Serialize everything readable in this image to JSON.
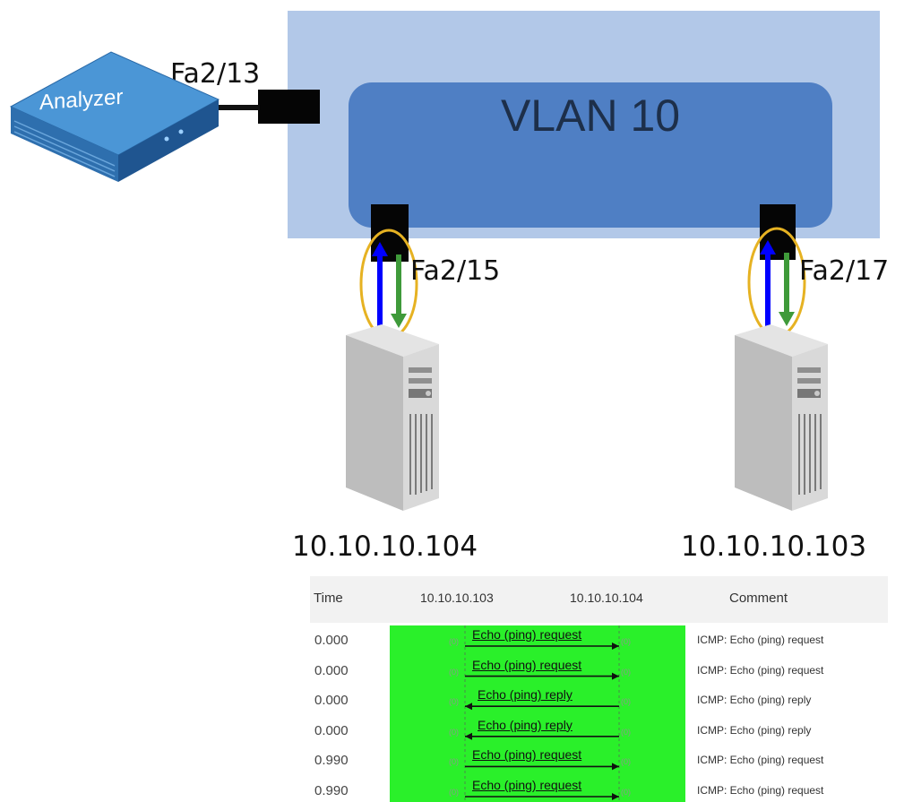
{
  "diagram": {
    "vlan_label": "VLAN 10",
    "analyzer": {
      "label": "Analyzer",
      "port": "Fa2/13"
    },
    "hosts": [
      {
        "port": "Fa2/15",
        "ip": "10.10.10.104"
      },
      {
        "port": "Fa2/17",
        "ip": "10.10.10.103"
      }
    ],
    "colors": {
      "switch_bg": "#b2c8e8",
      "vlan": "#4f7fc4",
      "analyzer": "#3f86c8",
      "arrow_up": "#0000ff",
      "arrow_down": "#3f9a3a",
      "highlight_ellipse": "#e6b222",
      "capture_flow_bg": "#2af02a"
    }
  },
  "capture": {
    "headers": {
      "time": "Time",
      "src": "10.10.10.103",
      "dst": "10.10.10.104",
      "comment": "Comment"
    },
    "rows": [
      {
        "time": "0.000",
        "label": "Echo (ping) request",
        "direction": "right",
        "comment": "ICMP: Echo (ping) request"
      },
      {
        "time": "0.000",
        "label": "Echo (ping) request",
        "direction": "right",
        "comment": "ICMP: Echo (ping) request"
      },
      {
        "time": "0.000",
        "label": "Echo (ping) reply",
        "direction": "left",
        "comment": "ICMP: Echo (ping) reply"
      },
      {
        "time": "0.000",
        "label": "Echo (ping) reply",
        "direction": "left",
        "comment": "ICMP: Echo (ping) reply"
      },
      {
        "time": "0.990",
        "label": "Echo (ping) request",
        "direction": "right",
        "comment": "ICMP: Echo (ping) request"
      },
      {
        "time": "0.990",
        "label": "Echo (ping) request",
        "direction": "right",
        "comment": "ICMP: Echo (ping) request"
      }
    ],
    "endpoint_marker": "(0)"
  }
}
